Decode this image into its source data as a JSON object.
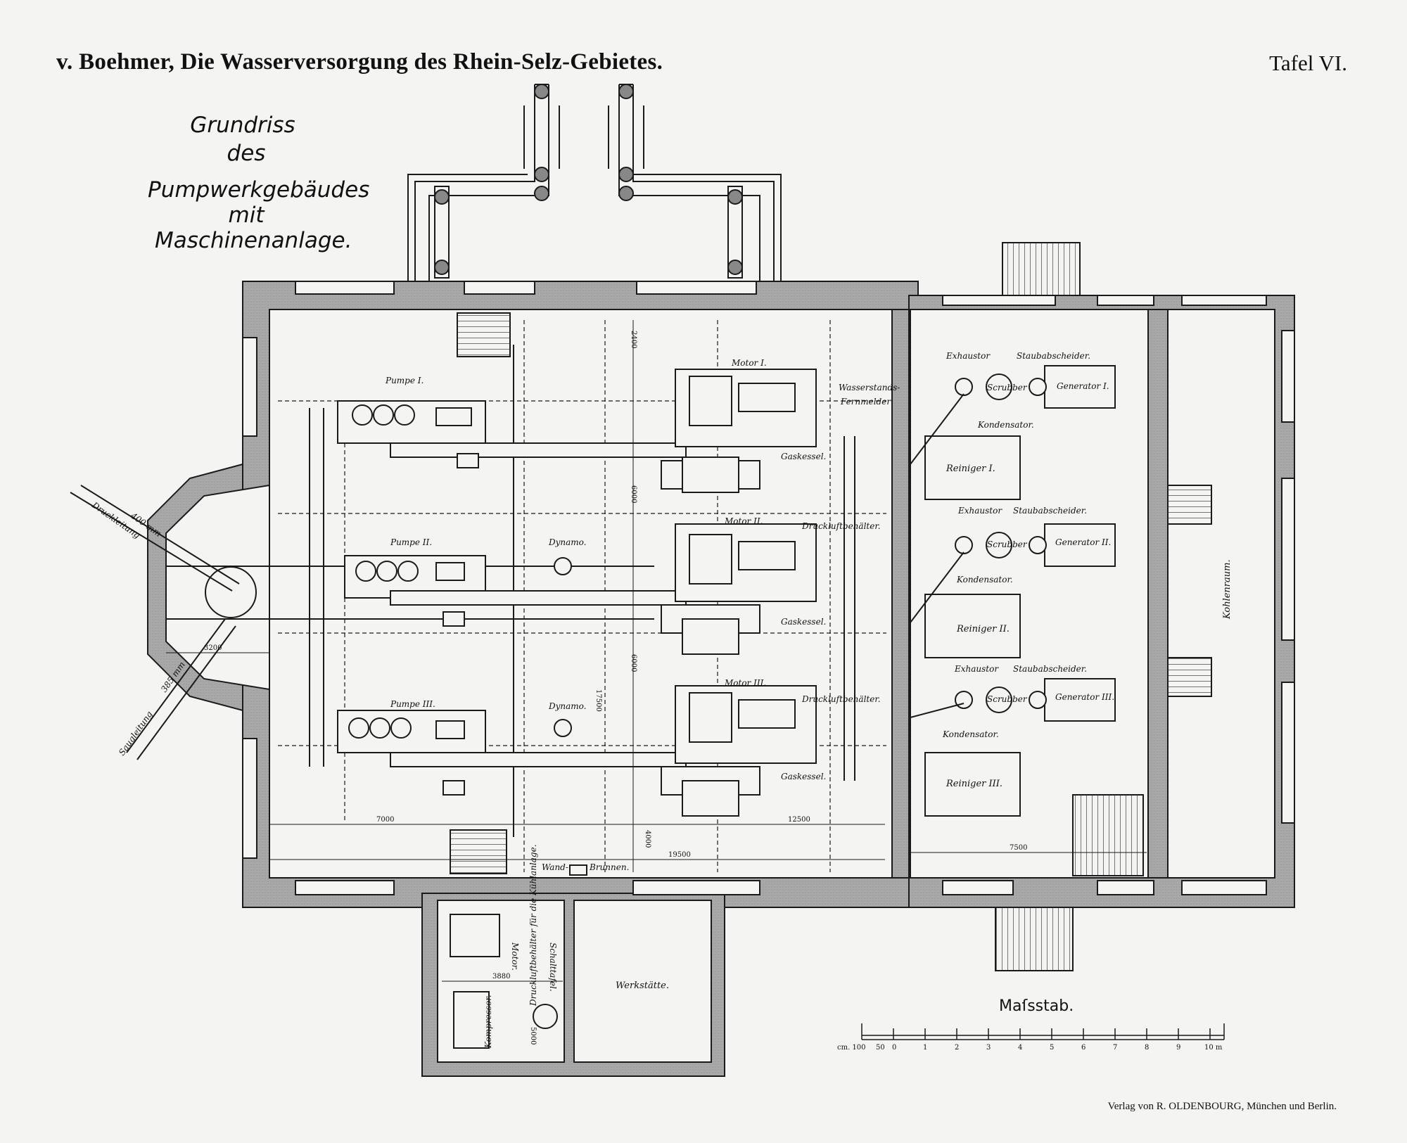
{
  "header": {
    "title": "v. Boehmer, Die Wasserversorgung des Rhein-Selz-Gebietes.",
    "plate": "Tafel VI.",
    "publisher": "Verlag von R. OLDENBOURG, München und Berlin."
  },
  "heading": {
    "line1": "Grundriss",
    "line2": "des",
    "line3": "Pumpwerkgebäudes",
    "line4": "mit",
    "line5": "Maschinenanlage."
  },
  "labels": {
    "pumpe_1": "Pumpe I.",
    "pumpe_2": "Pumpe II.",
    "pumpe_3": "Pumpe III.",
    "motor_1": "Motor I.",
    "motor_2": "Motor II.",
    "motor_3": "Motor III.",
    "dynamo_1": "Dynamo.",
    "dynamo_2": "Dynamo.",
    "gaskessel_1": "Gaskessel.",
    "gaskessel_2": "Gaskessel.",
    "gaskessel_3": "Gaskessel.",
    "druckluft_2": "Druckluftbehälter.",
    "druckluft_3": "Druckluftbehälter.",
    "wasserstand": "Wasserstands-",
    "fernmelder": "Fernmelder",
    "exhaustor_1": "Exhaustor",
    "exhaustor_2": "Exhaustor",
    "exhaustor_3": "Exhaustor",
    "staubabscheider_1": "Staubabscheider.",
    "staubabscheider_2": "Staubabscheider.",
    "staubabscheider_3": "Staubabscheider.",
    "scrubber_1": "Scrubber",
    "scrubber_2": "Scrubber",
    "scrubber_3": "Scrubber",
    "generator_1": "Generator I.",
    "generator_2": "Generator II.",
    "generator_3": "Generator III.",
    "kondensator_1": "Kondensator.",
    "kondensator_2": "Kondensator.",
    "kondensator_3": "Kondensator.",
    "reiniger_1": "Reiniger I.",
    "reiniger_2": "Reiniger II.",
    "reiniger_3": "Reiniger III.",
    "kohlenraum": "Kohlenraum.",
    "werkstaette": "Werkstätte.",
    "motor_small": "Motor.",
    "kompressor": "Kompressor.",
    "schalttafel": "Schalttafel.",
    "druckluftbehaelter_kuehl": "Druckluftbehälter für die Kühlanlage.",
    "wand_brunnen_1": "Wand-",
    "wand_brunnen_2": "Brunnen.",
    "druckleitung": "Druckleitung",
    "saugleitung": "Saugleitung",
    "saugleitung_dn": "385 mm",
    "druckleitung_dn": "400 mm",
    "massstab": "Maſsstab."
  },
  "dimensions": {
    "d_2400": "2400",
    "d_6000a": "6000",
    "d_6000b": "6000",
    "d_17500": "17500",
    "d_7000": "7000",
    "d_12500": "12500",
    "d_19500": "19500",
    "d_4000": "4000",
    "d_3200": "3200",
    "d_7500": "7500",
    "d_3880": "3880",
    "d_5000": "5000"
  },
  "scale": {
    "unit_left": "cm. 100",
    "minor": [
      "50",
      "0"
    ],
    "major": [
      "1",
      "2",
      "3",
      "4",
      "5",
      "6",
      "7",
      "8",
      "9",
      "10 m"
    ]
  },
  "colors": {
    "wall": "#a8a8a8",
    "line": "#1a1a1a",
    "paper": "#f4f4f2"
  }
}
